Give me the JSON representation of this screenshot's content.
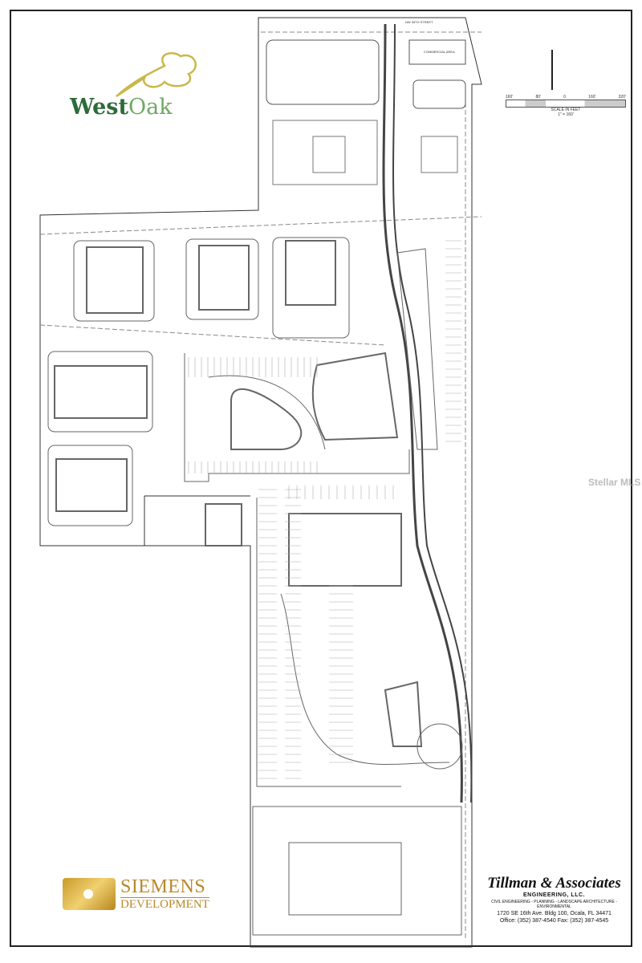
{
  "plan": {
    "street_label": "NW 35TH STREET",
    "commercial_label": "COMMERCIAL AREA"
  },
  "logos": {
    "west_oak": {
      "word1": "West",
      "word2": "Oak",
      "colors": {
        "dark": "#2e6b3a",
        "light": "#6fa864",
        "leaf": "#c9b84a"
      }
    },
    "siemens": {
      "line1": "SIEMENS",
      "line2": "DEVELOPMENT",
      "color": "#b8892a"
    }
  },
  "scale": {
    "ticks": [
      "160'",
      "80'",
      "0",
      "160'",
      "320'"
    ],
    "title": "SCALE IN FEET",
    "ratio": "1\" = 160'"
  },
  "engineer": {
    "name": "Tillman & Associates",
    "subtitle": "ENGINEERING, LLC.",
    "services": "CIVIL ENGINEERING - PLANNING - LANDSCAPE ARCHITECTURE - ENVIRONMENTAL",
    "address": "1720 SE 16th Ave. Bldg 100, Ocala, FL 34471",
    "phones": "Office: (352) 387-4540    Fax: (352) 387-4545"
  },
  "watermark": "Stellar MLS"
}
